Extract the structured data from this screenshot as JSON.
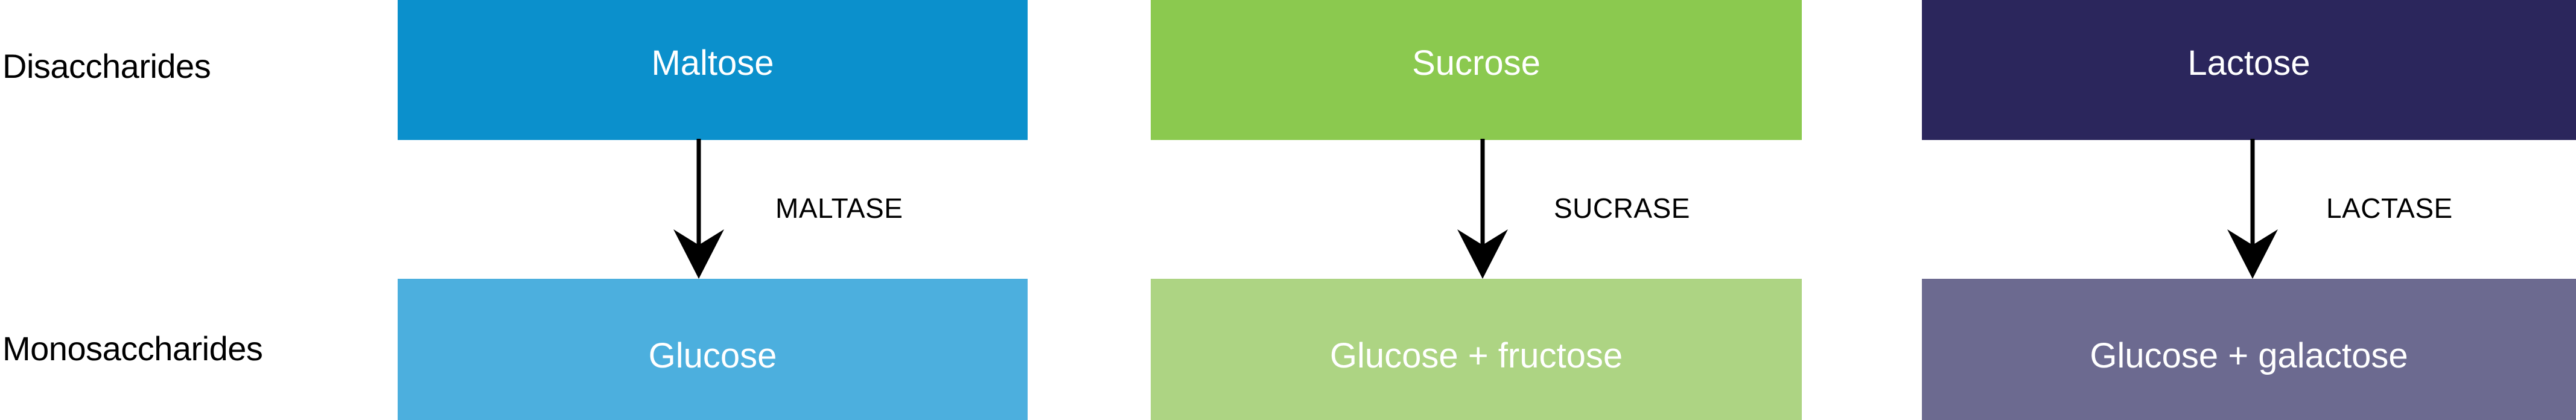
{
  "rows": {
    "top_label": "Disaccharides",
    "bottom_label": "Monosaccharides"
  },
  "colors": {
    "maltose": "#0b90cc",
    "sucrose": "#8bc94f",
    "lactose": "#2b265c",
    "glucose": "#4cafde",
    "glucose_fructose": "#add483",
    "glucose_galactose": "#6c6a90",
    "arrow": "#000000",
    "box_text": "#ffffff",
    "label_text": "#000000",
    "background": "#ffffff"
  },
  "pathways": [
    {
      "disaccharide": "Maltose",
      "enzyme": "MALTASE",
      "monosaccharides": "Glucose"
    },
    {
      "disaccharide": "Sucrose",
      "enzyme": "SUCRASE",
      "monosaccharides": "Glucose + fructose"
    },
    {
      "disaccharide": "Lactose",
      "enzyme": "LACTASE",
      "monosaccharides": "Glucose + galactose"
    }
  ],
  "icons": {
    "arrow": "down-arrow-icon"
  }
}
